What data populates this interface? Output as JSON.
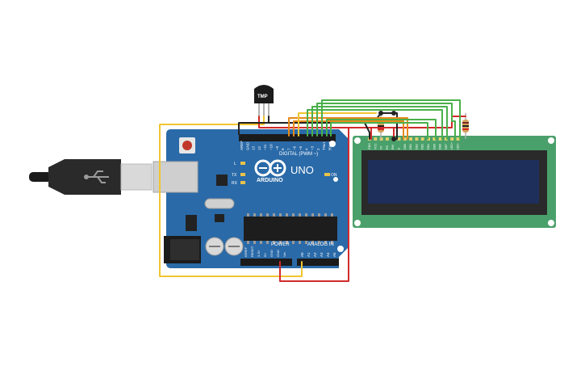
{
  "temp_sensor": {
    "label": "TMP"
  },
  "arduino": {
    "logo_name": "ARDUINO",
    "model": "UNO",
    "digital_header_label": "DIGITAL (PWM ~)",
    "power_label": "POWER",
    "analog_label": "ANALOG IN",
    "on_label": "ON",
    "led_labels": [
      "L",
      "TX",
      "RX"
    ],
    "digital_pins": [
      "AREF",
      "GND",
      "13",
      "12",
      "~11",
      "~10",
      "~9",
      "8",
      "7",
      "~6",
      "~5",
      "4",
      "~3",
      "2",
      "TX▸1",
      "RX◂0"
    ],
    "power_pins": [
      "IOREF",
      "RESET",
      "3.3V",
      "5V",
      "GND",
      "GND",
      "Vin"
    ],
    "analog_pins": [
      "A0",
      "A1",
      "A2",
      "A3",
      "A4",
      "A5"
    ]
  },
  "lcd": {
    "pins": [
      "GND",
      "VCC",
      "V0",
      "RS",
      "RW",
      "E",
      "DB0",
      "DB1",
      "DB2",
      "DB3",
      "DB4",
      "DB5",
      "DB6",
      "DB7",
      "LED+",
      "LED-"
    ]
  },
  "colors": {
    "board": "#2a6aa8",
    "lcd_pcb": "#4aa06a",
    "lcd_screen": "#1e2f5c",
    "wire_yellow": "#f2c530",
    "wire_red": "#d22a2a",
    "wire_green": "#4ab04a",
    "wire_orange": "#e88a1a",
    "wire_black": "#222222"
  }
}
